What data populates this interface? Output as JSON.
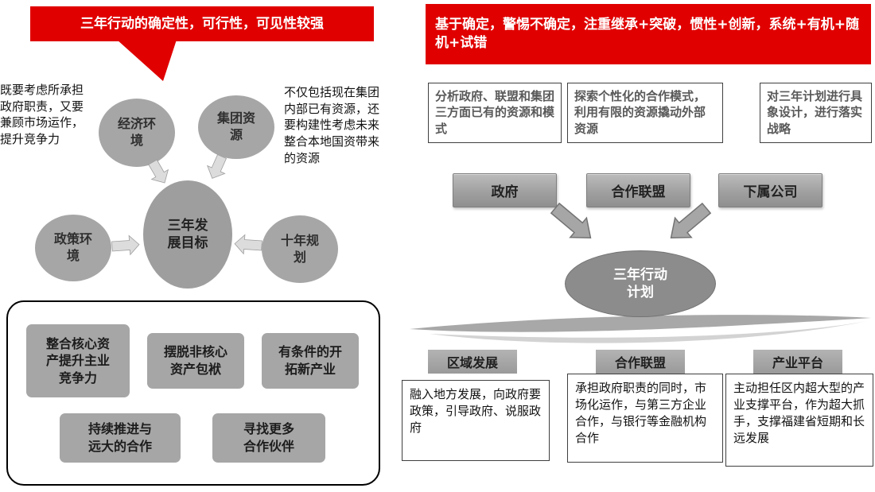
{
  "colors": {
    "accent_red": "#E00000",
    "shape_gray": "#A6A6A6",
    "dark_gray": "#8C8C8C"
  },
  "left": {
    "banner": "三年行动的确定性，可行性，可见性较强",
    "note_left": "既要考虑所承担政府职责，又要兼顾市场运作，提升竞争力",
    "note_right": "不仅包括现在集团内部已有资源，还要构建性考虑未来整合本地国资带来的资源",
    "ellipses": {
      "center": "三年发展目标",
      "top_left": "经济环境",
      "top_right": "集团资源",
      "left": "政策环境",
      "right": "十年规划"
    },
    "strategy_boxes": [
      "整合核心资产提升主业竞争力",
      "摆脱非核心资产包袱",
      "有条件的开拓新产业",
      "持续推进与远大的合作",
      "寻找更多合作伙伴"
    ]
  },
  "right": {
    "banner": "基于确定，警惕不确定，注重继承+突破，惯性+创新，系统+有机+随机+试错",
    "analysis_boxes": [
      "分析政府、联盟和集团三方面已有的资源和模式",
      "探索个性化的合作模式，利用有限的资源撬动外部资源",
      "对三年计划进行具象设计，进行落实战略"
    ],
    "actors": [
      "政府",
      "合作联盟",
      "下属公司"
    ],
    "ellipse": "三年行动计划",
    "pillars": [
      {
        "label": "区域发展",
        "text": "融入地方发展，向政府要政策，引导政府、说服政府"
      },
      {
        "label": "合作联盟",
        "text": "承担政府职责的同时，市场化运作，与第三方企业合作，与银行等金融机构合作"
      },
      {
        "label": "产业平台",
        "text": "主动担任区内超大型的产业支撑平台，作为超大抓手，支撑福建省短期和长远发展"
      }
    ]
  }
}
